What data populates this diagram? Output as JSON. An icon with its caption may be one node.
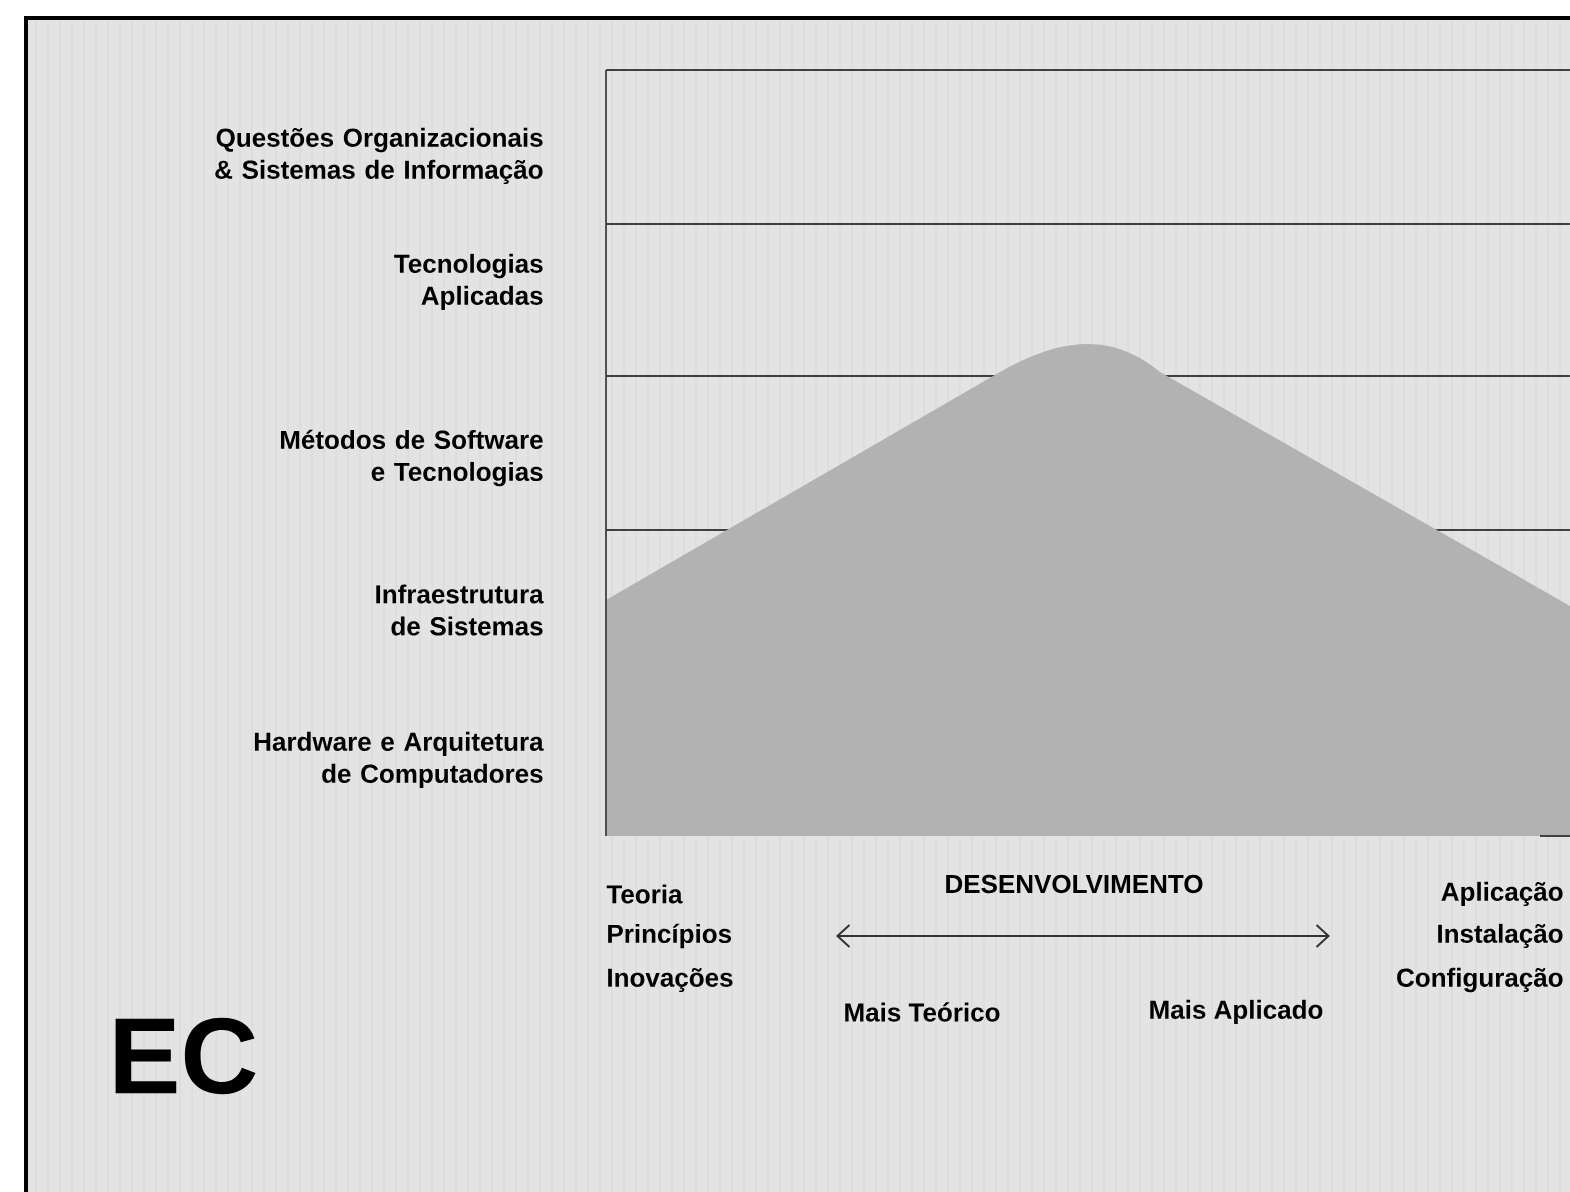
{
  "diagram": {
    "title": "EC",
    "labels": [
      "Questões Organizacionais & Sistemas de Informação",
      "Tecnologias Aplicadas",
      "Métodos de Software e Tecnologias",
      "Infraestrutura de Sistemas",
      "Hardware e Arquitetura de Computadores",
      "Teoria",
      "Princípios",
      "Inovações",
      "DESENVOLVIMENTO",
      "Aplicação",
      "Instalação",
      "Configuração",
      "Mais Teórico",
      "Mais Aplicado"
    ]
  }
}
